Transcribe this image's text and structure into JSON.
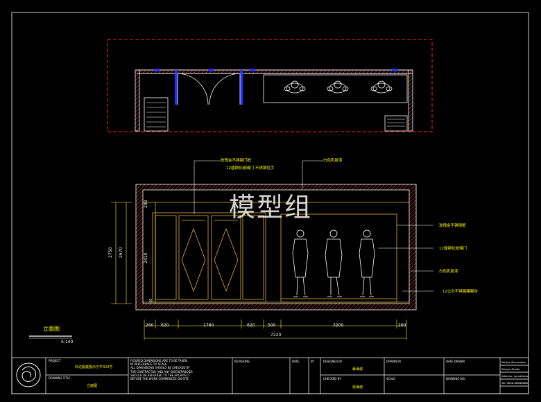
{
  "watermark": "模型组",
  "colors": {
    "background": "#000000",
    "frame": "#ffffff",
    "wall_hatch": "#ff4d4d",
    "dim_lines": "#ffff33",
    "yellow_detail": "#e0b040",
    "door_blue": "#2233ff",
    "annotation": "#ffff00"
  },
  "annotations": {
    "top_left_1": "玫瑰金不锈钢门框",
    "top_left_2": "12厘钢化玻璃门 不锈钢拉手",
    "top_right": "白色乳胶漆",
    "right_1": "玫瑰金不锈钢框",
    "right_2": "12厘钢化玻璃门",
    "right_3": "白色乳胶漆",
    "right_4": "12公分不锈钢踢脚台"
  },
  "dimensions": {
    "horizontal": [
      "260",
      "620",
      "1760",
      "620",
      "500",
      "3200",
      "260"
    ],
    "total": "7220",
    "vertical_inner": [
      "290",
      "2410",
      "50"
    ],
    "vertical_outer": [
      "2750",
      "2670"
    ]
  },
  "elevation": {
    "title": "立面图",
    "scale": "S:140"
  },
  "title_block": {
    "project_label": "PROJECT",
    "project_value": "科达服装展示厅平322号",
    "drawing_title_label": "DRAWING TITLE",
    "drawing_title_value": "立面图",
    "note_lines": [
      "FIGURED DIMENSIONS ARE TO BE TAKEN",
      "IN PREFERENCE TO SCALE.",
      "ALL DIMENSIONS SHOULD BE CHECKED BY",
      "THE CONTRACTOR AND ANY DISCREPANCIES",
      "SHOULD BE REFERRED TO THE ARCHITECT",
      "BEFORE THE WORK COMMENCES ON SITE"
    ],
    "revisions_label": "REVISIONS",
    "date_label": "DATE",
    "by_label": "BY",
    "designed_by_label": "DESIGNED BY",
    "designed_by_value": "蔡海波",
    "checked_by_label": "CHECKED BY",
    "checked_by_value": "张海波",
    "drawn_by_label": "DRAWN BY",
    "scale_label": "SCALE",
    "date_drawn_label": "DATE DRAWN",
    "drawing_no_label": "DRAWING NO.",
    "right_column": [
      "Design Decoration",
      "Design Studio",
      "Address: no.address",
      "Tel: 0898-88888888"
    ]
  }
}
